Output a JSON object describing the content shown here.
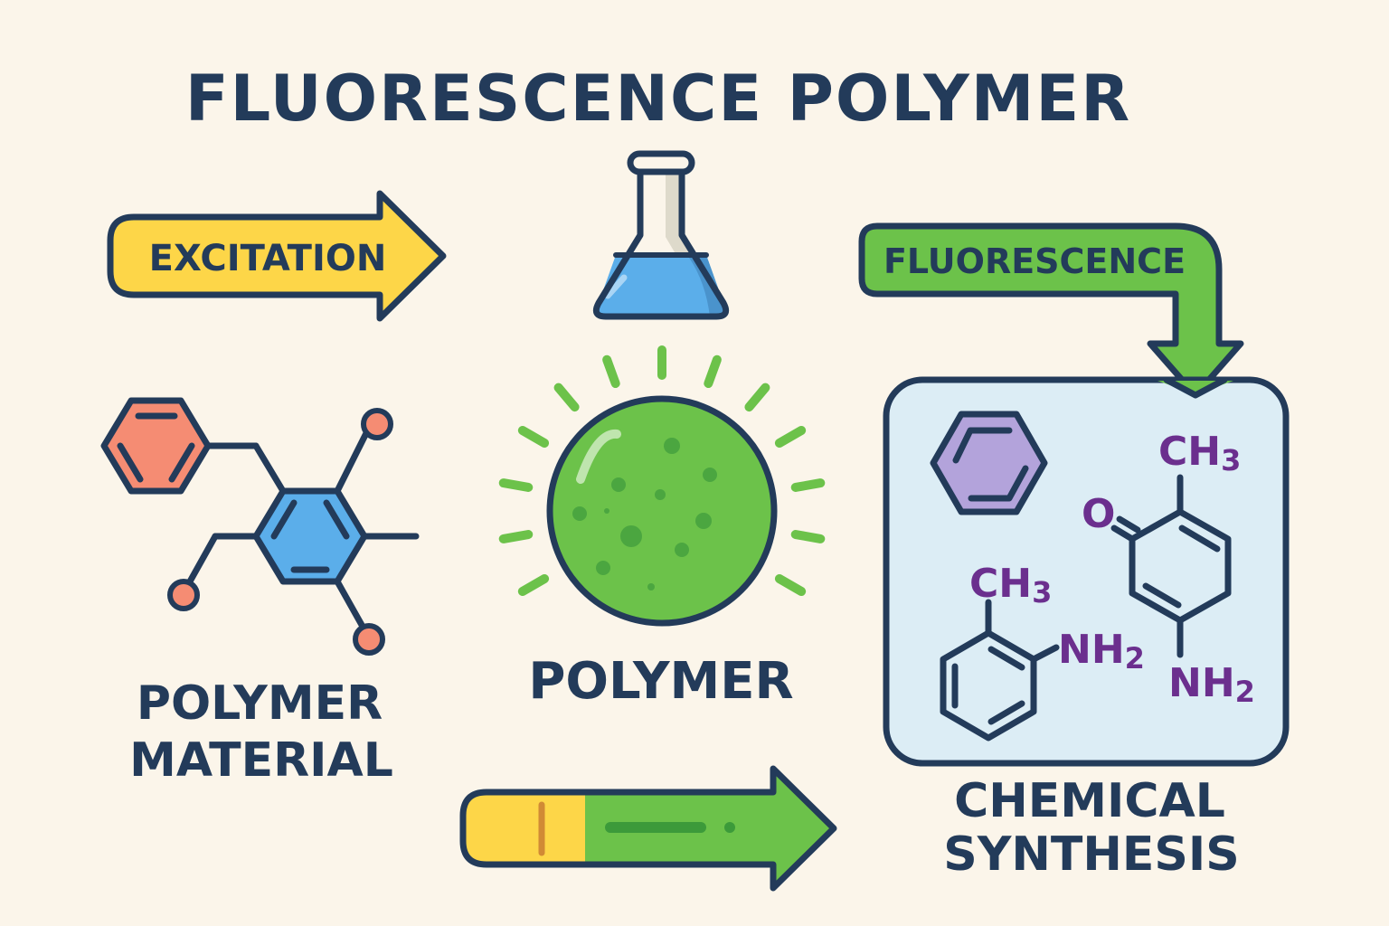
{
  "title": "FLUORESCENCE POLYMER",
  "arrows": {
    "excitation": {
      "label": "EXCITATION",
      "color": "#FDD648"
    },
    "fluorescence": {
      "label": "FLUORESCENCE",
      "color": "#6CC24A"
    },
    "bottom": {
      "colors": [
        "#FDD648",
        "#6CC24A"
      ]
    }
  },
  "labels": {
    "polymer_material": [
      "POLYMER",
      "MATERIAL"
    ],
    "polymer": "POLYMER",
    "chemical_synthesis": [
      "CHEMICAL",
      "SYNTHESIS"
    ]
  },
  "chemistry": {
    "ch3_main": "CH",
    "ch3_sub": "3",
    "nh2_main": "NH",
    "nh2_sub": "2",
    "oxygen": "O"
  },
  "icons": [
    "flask-icon",
    "glowing-polymer-sphere-icon",
    "polymer-molecule-icon",
    "benzene-ring-icon"
  ],
  "colors": {
    "background": "#FBF5EA",
    "outline": "#233B5A",
    "text": "#233B5A",
    "chem_text": "#6B2F8E",
    "box_fill": "#DCEDF5",
    "sphere": "#6CC24A",
    "flask_liquid": "#5BAEEA",
    "hex_red": "#F58C73",
    "hex_blue": "#5BAEEA",
    "hex_purple": "#B3A3DB"
  }
}
